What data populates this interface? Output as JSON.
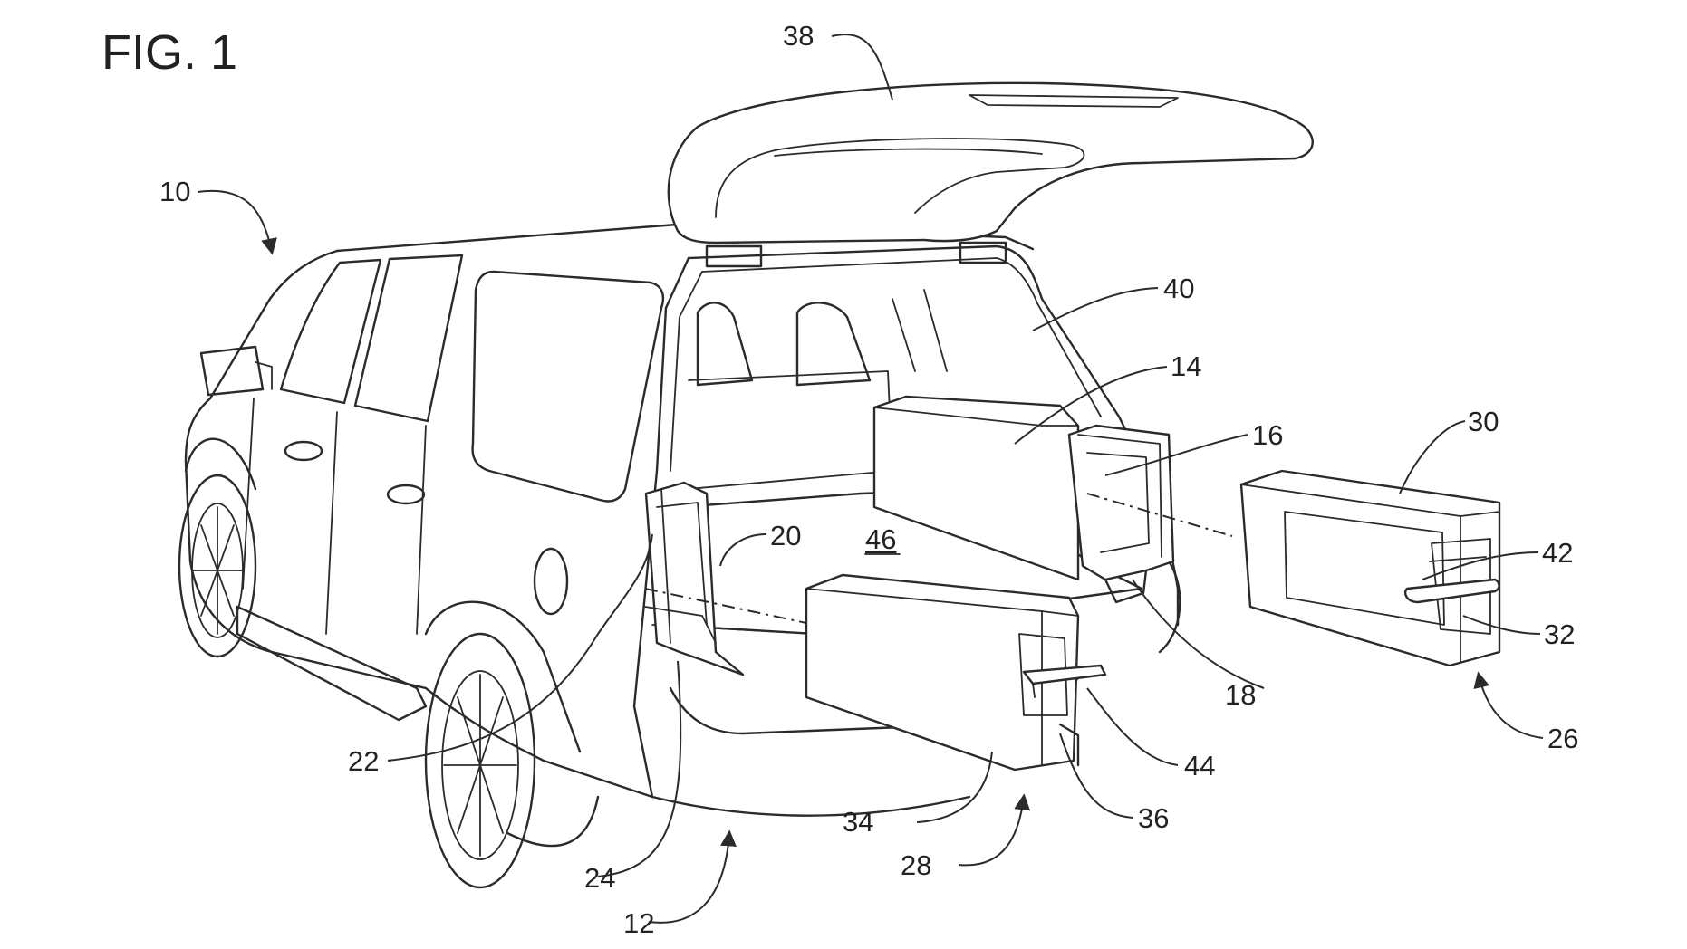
{
  "figure": {
    "title": "FIG. 1",
    "reference_numerals": {
      "vehicle": "10",
      "rear_opening": "12",
      "cargo_body": "14",
      "side_body": "16",
      "mount_right": "18",
      "inner_wall": "20",
      "side_panel": "22",
      "pillar_edge": "24",
      "module_a": "26",
      "module_b": "28",
      "module_a_body": "30",
      "module_a_handle_recess": "32",
      "module_b_body": "34",
      "module_b_recess": "36",
      "liftgate": "38",
      "cargo_area": "40",
      "module_a_handle": "42",
      "module_b_handle": "44",
      "floor": "46"
    }
  }
}
